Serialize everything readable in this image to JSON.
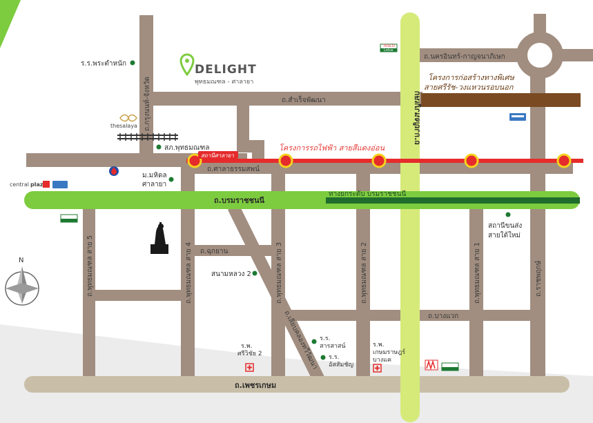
{
  "logo": {
    "title": "DELIGHT",
    "subtitle": "พุทธมณฑล - ศาลายา"
  },
  "compass": {
    "north_label": "N"
  },
  "roads": {
    "boromratchonnani": "ถ.บรมราชชนนี",
    "boromratchonnani_overpass": "ทางยกระดับ บรมราชชนนี",
    "phetkasem": "ถ.เพชรเกษม",
    "kanchanaphisek": "ถ.กาญจนาภิเษก",
    "nakhon_in": "ถ.นครอินทร์-กาญจนาภิเษก",
    "samruaphatthana": "ถ.สำเร็จพัฒนา",
    "krung_thep_nonthaburi": "ถ.กรุงนนท์-จังหวัด",
    "salathammasop": "ถ.ศาลาธรรมสพน์",
    "chuyan": "ถ.ฉุกยาน",
    "bang_waek": "ถ.บางแวก",
    "ratchaphruek": "ถ.ราชพฤกษ์",
    "phutthamonthon_5": "ถ.พุทธมณฑล สาย 5",
    "phutthamonthon_4": "ถ.พุทธมณฑล สาย 4",
    "phutthamonthon_3": "ถ.พุทธมณฑล สาย 3",
    "phutthamonthon_2": "ถ.พุทธมณฑล สาย 2",
    "phutthamonthon_1": "ถ.พุทธมณฑล สาย 1",
    "khlong_thawi_watthana": "ถ.เลียบคลองทวีวัฒนา"
  },
  "projects": {
    "red_line": "โครงการรถไฟฟ้า สายสีแดงอ่อน",
    "salaya_station": "สถานีศาลายา",
    "special_road_line1": "โครงการก่อสร้างทางพิเศษ",
    "special_road_line2": "สายศรีรัช-วงแหวนรอบนอก"
  },
  "places": {
    "school_phra_tamnak": "ร.ร.พระตำหนัก",
    "sor_kor_phutthamonthon": "สภ.พุทธมณฑล",
    "mahidol_line1": "ม.มหิดล",
    "mahidol_line2": "ศาลายา",
    "sanam_luang_2": "สนามหลวง 2",
    "bus_terminal_line1": "สถานีขนส่ง",
    "bus_terminal_line2": "สายใต้ใหม่",
    "school_sarasas_line1": "ร.ร.",
    "school_sarasas_line2": "สารสาสน์",
    "school_assumption_line1": "ร.ร.",
    "school_assumption_line2": "อัสสัมชัญ",
    "hospital_srivichai_line1": "ร.พ.",
    "hospital_srivichai_line2": "ศรีวิชัย 2",
    "hospital_kasemrad_line1": "ร.พ.",
    "hospital_kasemrad_line2": "เกษมราษฎร์",
    "hospital_kasemrad_line3": "บางแค"
  },
  "brands": {
    "thesalaya": "thesalaya",
    "central_plaza_a": "central",
    "central_plaza_b": "plaza",
    "tesco": "TESCO",
    "lotus": "Lotus"
  },
  "colors": {
    "road": "#a18e80",
    "highway_green": "#7dcc3f",
    "overpass_green": "#1f6d2c",
    "kanchanaphisek_yellow": "#d6ea7a",
    "red_line": "#e52b2b",
    "station_yellow": "#f7d21e",
    "special_road_brown": "#7a4a22",
    "phetkasem": "#c9bfa8",
    "poi_green": "#1d7a32"
  }
}
